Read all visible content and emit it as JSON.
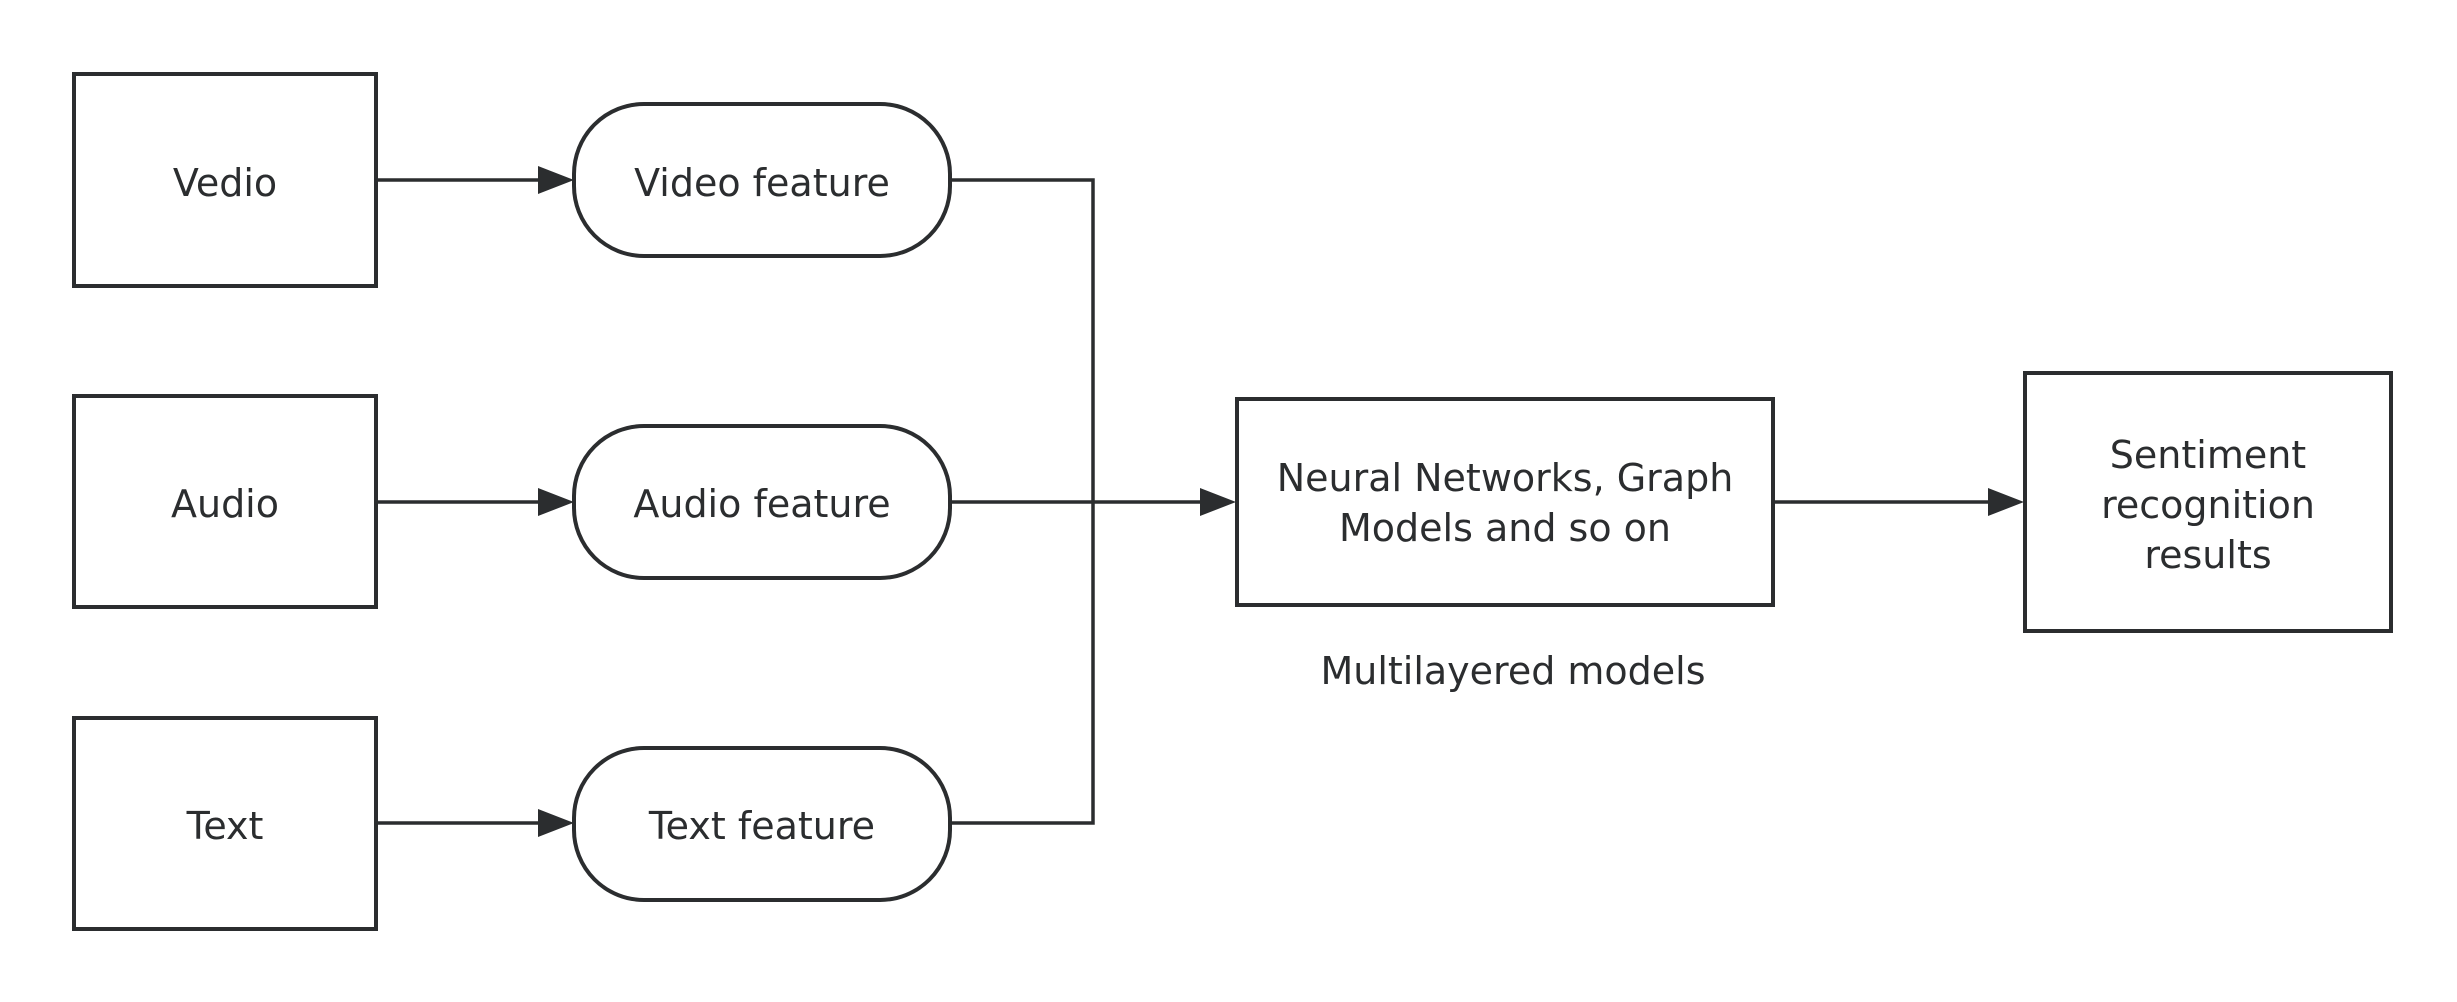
{
  "diagram": {
    "inputs": {
      "video": "Vedio",
      "audio": "Audio",
      "text": "Text"
    },
    "features": {
      "video": "Video feature",
      "audio": "Audio feature",
      "text": "Text feature"
    },
    "model": {
      "line1": "Neural Networks, Graph",
      "line2": "Models and so on",
      "caption": "Multilayered models"
    },
    "output": {
      "line1": "Sentiment",
      "line2": "recognition",
      "line3": "results"
    },
    "colors": {
      "stroke": "#2b2d2f",
      "background": "#ffffff"
    }
  }
}
